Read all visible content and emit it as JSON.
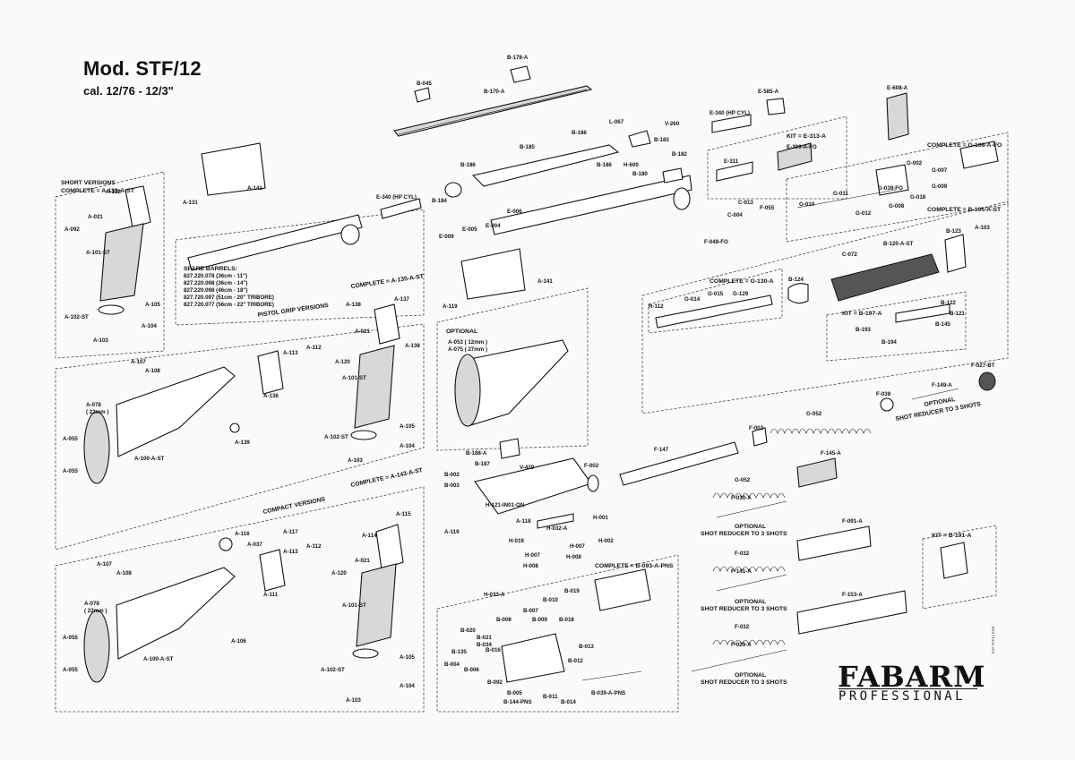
{
  "title": "Mod. STF/12",
  "subtitle": "cal. 12/76 - 12/3\"",
  "brand": {
    "name": "FABARM",
    "line2": "PROFESSIONAL"
  },
  "sections": {
    "short_versions": "SHORT VERSIONS",
    "short_complete": "COMPLETE = A-133-A-ST",
    "pistol_grip": "PISTOL GRIP VERSIONS",
    "pistol_complete": "COMPLETE = A-135-A-ST",
    "optional": "OPTIONAL",
    "compact_versions": "COMPACT VERSIONS",
    "compact_complete": "COMPLETE = A-143-A-ST",
    "kit_e313": "KIT = E-313-A",
    "complete_g108": "COMPLETE = G-108-A-FO",
    "complete_b195": "COMPLETE = B-195-A-ST",
    "complete_g130": "COMPLETE = G-130-A",
    "kit_b197": "KIT = B-197-A",
    "complete_b093": "COMPLETE = B-093-A-PNS",
    "kit_b191": "KIT = B-191-A",
    "optional_reducer": "OPTIONAL",
    "shot_reducer": "SHOT REDUCER TO 3 SHOTS"
  },
  "spare_barrels": {
    "heading": "SPARE BARRELS:",
    "rows": [
      "827.220.078 (36cm - 11\")",
      "827.220.098 (36cm - 14\")",
      "827.220.098 (46cm - 18\")",
      "827.720.097 (51cm - 20\" TRIBORE)",
      "827.720.077 (56cm - 22\" TRIBORE)"
    ]
  },
  "optional_sizes": [
    "A-053 ( 12mm )",
    "A-075 ( 27mm )"
  ],
  "labels": [
    {
      "id": "B-178-A"
    },
    {
      "id": "B-045"
    },
    {
      "id": "B-170-A"
    },
    {
      "id": "L-067"
    },
    {
      "id": "V-260"
    },
    {
      "id": "B-183"
    },
    {
      "id": "E-340 (HP CYL)"
    },
    {
      "id": "E-585-A"
    },
    {
      "id": "E-608-A"
    },
    {
      "id": "E-309-A-FO"
    },
    {
      "id": "E-311"
    },
    {
      "id": "B-186"
    },
    {
      "id": "B-185"
    },
    {
      "id": "B-186 "
    },
    {
      "id": "H-600"
    },
    {
      "id": "B-180"
    },
    {
      "id": "B-182"
    },
    {
      "id": "B-184"
    },
    {
      "id": "B-186  "
    },
    {
      "id": "E-009"
    },
    {
      "id": "E-005"
    },
    {
      "id": "E-004"
    },
    {
      "id": "E-006"
    },
    {
      "id": "C-013"
    },
    {
      "id": "C-004"
    },
    {
      "id": "F-055"
    },
    {
      "id": "F-048-FO"
    },
    {
      "id": "G-010"
    },
    {
      "id": "G-011"
    },
    {
      "id": "G-012"
    },
    {
      "id": "G-039-FO"
    },
    {
      "id": "G-008"
    },
    {
      "id": "G-018"
    },
    {
      "id": "G-002"
    },
    {
      "id": "G-007"
    },
    {
      "id": "G-009"
    },
    {
      "id": "A-132"
    },
    {
      "id": "A-131"
    },
    {
      "id": "A-141"
    },
    {
      "id": "A-021"
    },
    {
      "id": "A-092"
    },
    {
      "id": "A-101-ST"
    },
    {
      "id": "A-102-ST"
    },
    {
      "id": "A-105"
    },
    {
      "id": "A-103"
    },
    {
      "id": "A-104"
    },
    {
      "id": "E-340 (HP CYL) "
    },
    {
      "id": "A-119"
    },
    {
      "id": "A-141 "
    },
    {
      "id": "C-072"
    },
    {
      "id": "B-120-A-ST"
    },
    {
      "id": "B-123"
    },
    {
      "id": "A-103 "
    },
    {
      "id": "R-112"
    },
    {
      "id": "G-014"
    },
    {
      "id": "G-015"
    },
    {
      "id": "G-129"
    },
    {
      "id": "B-124"
    },
    {
      "id": "B-122"
    },
    {
      "id": "B-121"
    },
    {
      "id": "B-193"
    },
    {
      "id": "B-194"
    },
    {
      "id": "B-145"
    },
    {
      "id": "A-138"
    },
    {
      "id": "A-137"
    },
    {
      "id": "A-021 "
    },
    {
      "id": "A-120"
    },
    {
      "id": "A-138 "
    },
    {
      "id": "A-101-ST "
    },
    {
      "id": "A-105 "
    },
    {
      "id": "A-102-ST "
    },
    {
      "id": "A-103  "
    },
    {
      "id": "A-104 "
    },
    {
      "id": "A-107"
    },
    {
      "id": "A-108"
    },
    {
      "id": "A-113"
    },
    {
      "id": "A-112"
    },
    {
      "id": "A-136"
    },
    {
      "id": "A-078"
    },
    {
      "id": "( 22mm )"
    },
    {
      "id": "A-055"
    },
    {
      "id": "A-139"
    },
    {
      "id": "A-055 "
    },
    {
      "id": "A-100-A-ST"
    },
    {
      "id": "F-038"
    },
    {
      "id": "F-149-A"
    },
    {
      "id": "F-027-BT"
    },
    {
      "id": "F-003"
    },
    {
      "id": "G-052"
    },
    {
      "id": "B-188-A"
    },
    {
      "id": "B-187"
    },
    {
      "id": "V-429"
    },
    {
      "id": "F-147"
    },
    {
      "id": "B-002"
    },
    {
      "id": "B-003"
    },
    {
      "id": "F-002"
    },
    {
      "id": "H-121-IN01-ON"
    },
    {
      "id": "A-118"
    },
    {
      "id": "H-032-A"
    },
    {
      "id": "H-001"
    },
    {
      "id": "H-002"
    },
    {
      "id": "H-019"
    },
    {
      "id": "H-007"
    },
    {
      "id": "H-008"
    },
    {
      "id": "H-007 "
    },
    {
      "id": "H-008 "
    },
    {
      "id": "A-119 "
    },
    {
      "id": "G-052 "
    },
    {
      "id": "F-030-A"
    },
    {
      "id": "F-145-A"
    },
    {
      "id": "F-032"
    },
    {
      "id": "F-141-A"
    },
    {
      "id": "F-091-A"
    },
    {
      "id": "F-032 "
    },
    {
      "id": "F-029-A"
    },
    {
      "id": "F-153-A"
    },
    {
      "id": "A-116"
    },
    {
      "id": "A-037"
    },
    {
      "id": "A-117"
    },
    {
      "id": "A-113 "
    },
    {
      "id": "A-112 "
    },
    {
      "id": "A-111"
    },
    {
      "id": "A-107 "
    },
    {
      "id": "A-108 "
    },
    {
      "id": "A-114"
    },
    {
      "id": "A-115"
    },
    {
      "id": "A-021  "
    },
    {
      "id": "A-120 "
    },
    {
      "id": "A-101-ST  "
    },
    {
      "id": "A-102-ST  "
    },
    {
      "id": "A-105  "
    },
    {
      "id": "A-104  "
    },
    {
      "id": "A-103   "
    },
    {
      "id": "A-078 "
    },
    {
      "id": "( 22mm ) "
    },
    {
      "id": "A-055  "
    },
    {
      "id": "A-055   "
    },
    {
      "id": "A-106"
    },
    {
      "id": "A-100-A-ST "
    },
    {
      "id": "H-033-A"
    },
    {
      "id": "B-010"
    },
    {
      "id": "B-019"
    },
    {
      "id": "B-007"
    },
    {
      "id": "B-008"
    },
    {
      "id": "B-009"
    },
    {
      "id": "B-018"
    },
    {
      "id": "B-020"
    },
    {
      "id": "B-021"
    },
    {
      "id": "B-034"
    },
    {
      "id": "B-016"
    },
    {
      "id": "B-135"
    },
    {
      "id": "B-004"
    },
    {
      "id": "B-006"
    },
    {
      "id": "B-092"
    },
    {
      "id": "B-013"
    },
    {
      "id": "B-012"
    },
    {
      "id": "B-005"
    },
    {
      "id": "B-144-PNS"
    },
    {
      "id": "B-011"
    },
    {
      "id": "B-014"
    },
    {
      "id": "B-039-A-PNS"
    }
  ],
  "doc_code": "EVF STF12 ENR"
}
